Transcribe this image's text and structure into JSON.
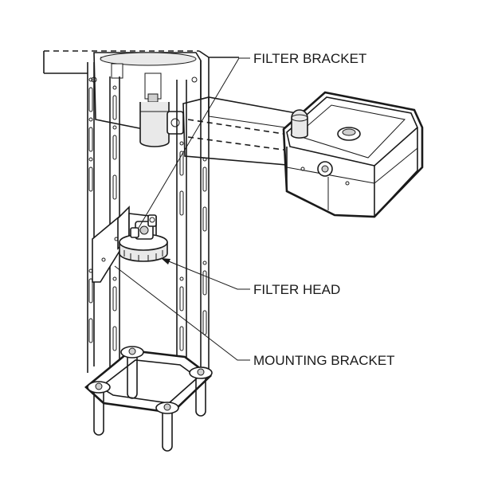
{
  "callouts": {
    "filter_bracket": "FILTER BRACKET",
    "filter_head": "FILTER HEAD",
    "mounting_bracket": "MOUNTING BRACKET"
  },
  "colors": {
    "line": "#1a1a1a",
    "background": "#ffffff",
    "shade": "#e9e9e9"
  }
}
